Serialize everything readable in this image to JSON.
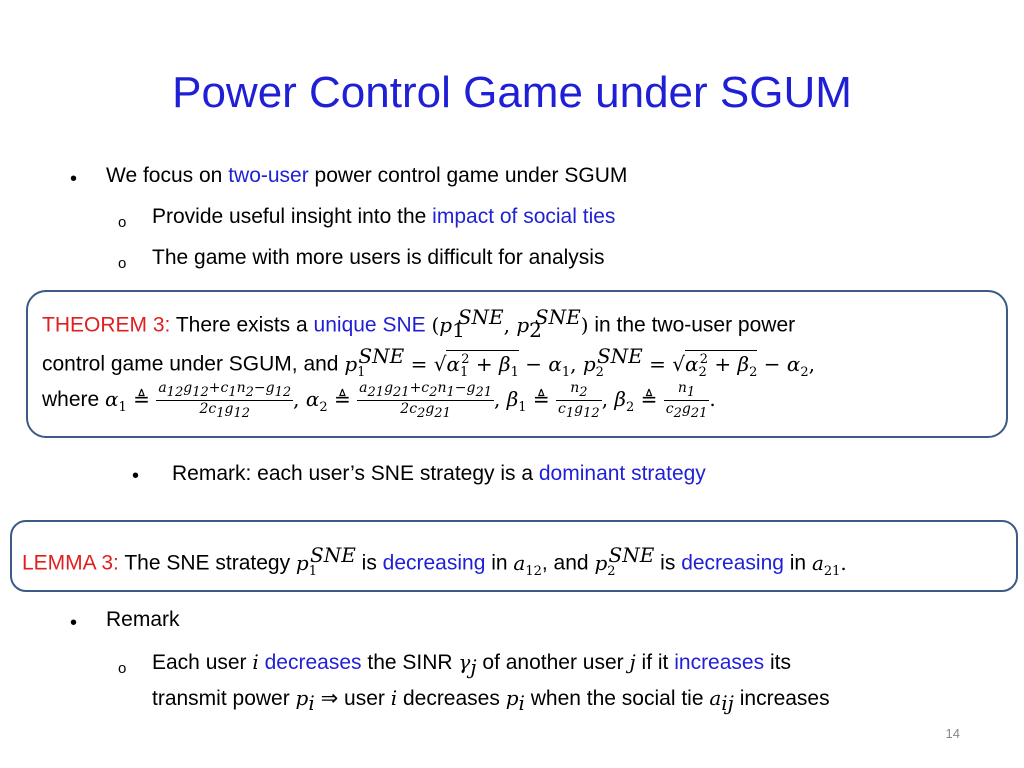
{
  "title": "Power Control Game under SGUM",
  "bullets": {
    "b1": {
      "pre": "We focus on ",
      "hl": "two-user",
      "post": " power control game under SGUM"
    },
    "s1": {
      "pre": "Provide useful insight into the ",
      "hl": "impact of social ties"
    },
    "s2": {
      "text": "The game with more users is difficult for analysis"
    },
    "remark1": {
      "pre": "Remark: each user’s SNE strategy is a ",
      "hl": "dominant strategy"
    },
    "remark2": {
      "text": "Remark"
    },
    "s3": {
      "t1": "Each user ",
      "t2": " decreases",
      "t3": " the SINR ",
      "t4": " of another user ",
      "t5": " if it ",
      "t6": "increases",
      "t7": " its",
      "l2a": "transmit power ",
      "l2b": " ⇒ user ",
      "l2c": " decreases ",
      "l2d": " when the social tie ",
      "l2e": " increases"
    }
  },
  "theorem": {
    "label": "THEOREM 3:",
    "t1": " There exists a ",
    "hl": "unique SNE",
    "t2": " in the two-user power",
    "line2a": "control game under SGUM, and ",
    "line3a": "where "
  },
  "lemma": {
    "label": "LEMMA 3:",
    "t1": " The SNE strategy ",
    "t2": " is ",
    "hl1": "decreasing",
    "t3": " in ",
    "t4": ", and ",
    "t5": " is ",
    "hl2": "decreasing",
    "t6": " in "
  },
  "page_number": "14",
  "colors": {
    "accent_blue": "#1f1fd6",
    "label_red": "#e01f1f",
    "box_border": "#3c5a86"
  }
}
